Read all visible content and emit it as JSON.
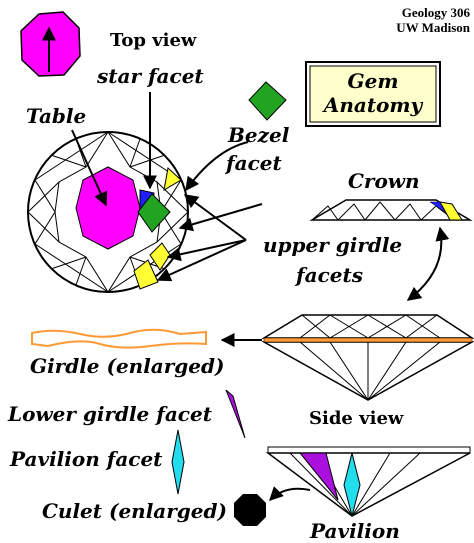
{
  "credit": {
    "line1": "Geology 306",
    "line2": "UW Madison"
  },
  "title": {
    "line1": "Gem",
    "line2": "Anatomy"
  },
  "labels": {
    "top_view": "Top view",
    "star_facet": "star facet",
    "table": "Table",
    "bezel_line1": "Bezel",
    "bezel_line2": "facet",
    "crown": "Crown",
    "upper_girdle_line1": "upper girdle",
    "upper_girdle_line2": "facets",
    "girdle": "Girdle (enlarged)",
    "lower_girdle": "Lower girdle facet",
    "side_view": "Side view",
    "pavilion_facet": "Pavilion facet",
    "culet": "Culet (enlarged)",
    "pavilion": "Pavilion"
  },
  "colors": {
    "table": "#ff00ff",
    "star": "#2020ff",
    "bezel": "#22a322",
    "upper_girdle": "#ffff33",
    "girdle": "#ff9933",
    "lower_girdle": "#aa11dd",
    "pavilion_facet": "#22ddee",
    "culet": "#000000"
  }
}
